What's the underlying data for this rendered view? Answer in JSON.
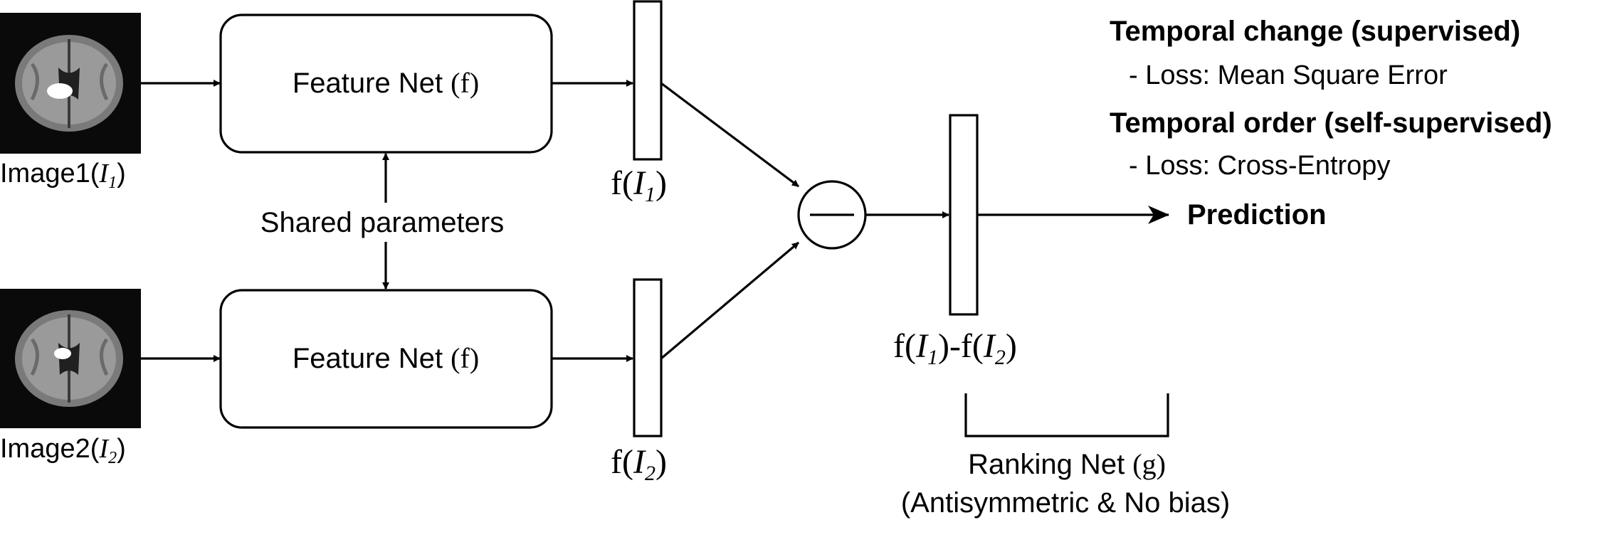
{
  "inputs": {
    "image1_prefix": "Image1(",
    "image1_var": "I",
    "image1_sub": "1",
    "image1_suffix": ")",
    "image2_prefix": "Image2(",
    "image2_var": "I",
    "image2_sub": "2",
    "image2_suffix": ")"
  },
  "feature_net": {
    "label": "Feature Net ",
    "fn": "(f)"
  },
  "shared": "Shared parameters",
  "features": {
    "f_open": "f(",
    "var": "I",
    "sub1": "1",
    "sub2": "2",
    "close": ")",
    "minus": "-"
  },
  "ranking": {
    "label": "Ranking Net ",
    "fn": "(g)",
    "note": "(Antisymmetric & No bias)"
  },
  "prediction": "Prediction",
  "losses": {
    "change_title": "Temporal change (supervised)",
    "change_loss": "- Loss: Mean Square Error",
    "order_title": "Temporal order (self-supervised)",
    "order_loss": "- Loss: Cross-Entropy"
  },
  "colors": {
    "brain_background": "#0a0a0a",
    "brain_tissue": "#8e8e8e",
    "lesion": "#ffffff"
  }
}
